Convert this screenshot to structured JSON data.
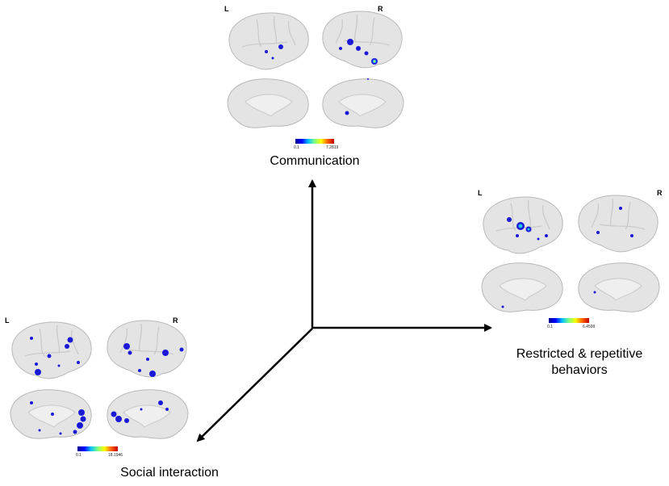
{
  "axes": {
    "communication": {
      "title": "Communication",
      "left_label": "L",
      "right_label": "R",
      "colorbar": {
        "min": "0.1",
        "max": "7.2819"
      }
    },
    "restricted": {
      "title_line1": "Restricted & repetitive",
      "title_line2": "behaviors",
      "left_label": "L",
      "right_label": "R",
      "colorbar": {
        "min": "0.1",
        "max": "6.4599"
      }
    },
    "social": {
      "title": "Social interaction",
      "left_label": "L",
      "right_label": "R",
      "colorbar": {
        "min": "0.1",
        "max": "18.1946"
      }
    }
  },
  "colors": {
    "brain_fill": "#e4e4e4",
    "brain_stroke": "#b8b8b8",
    "activation_blue": "#1a1ad6",
    "activation_cyan": "#22c8e8",
    "activation_yellow": "#e8e820",
    "arrow": "#000000"
  }
}
